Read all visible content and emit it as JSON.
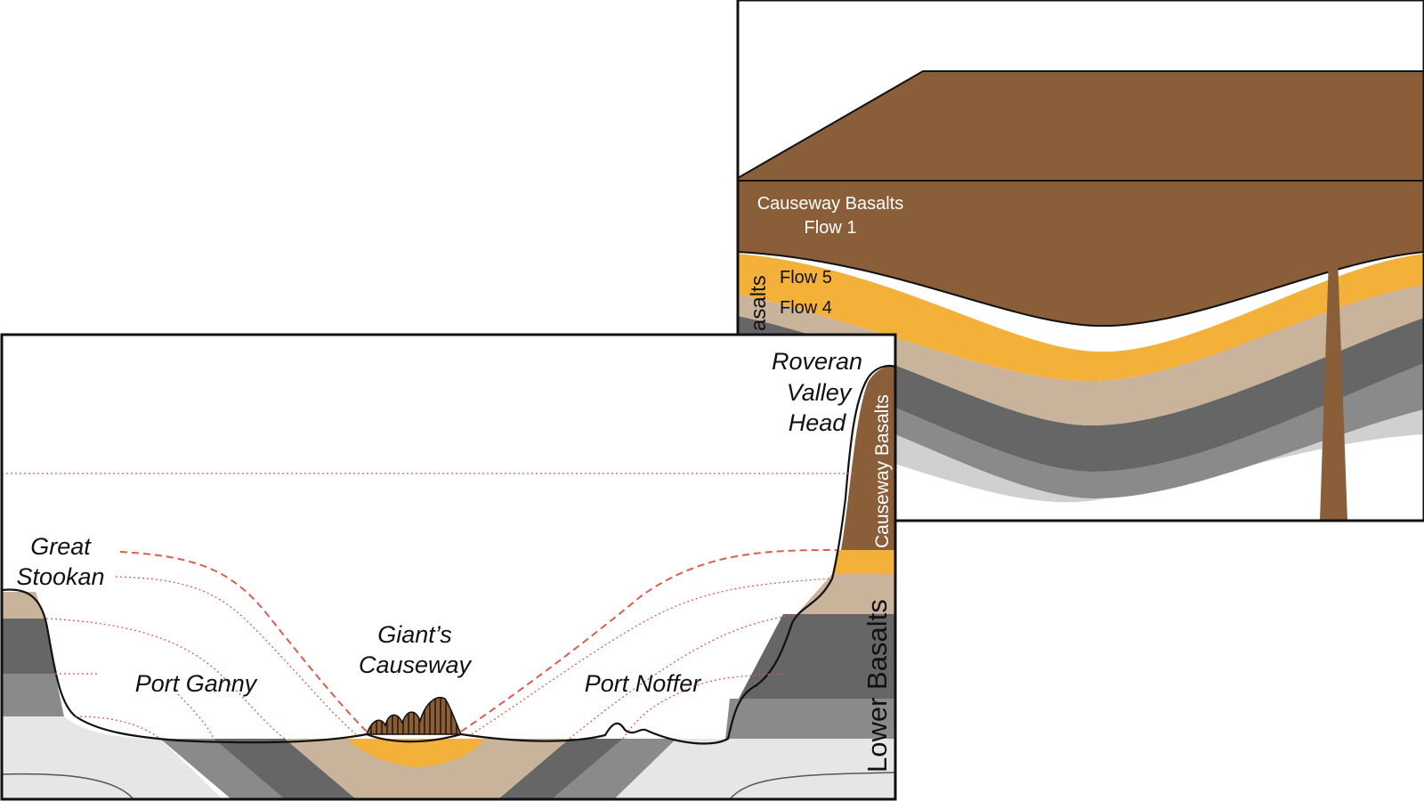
{
  "top_panel": {
    "flow1_label_line1": "Causeway Basalts",
    "flow1_label_line2": "Flow 1",
    "flow5_label": "Flow 5",
    "flow4_label": "Flow 4",
    "left_edge_vertical_label": "asalts"
  },
  "bottom_panel": {
    "roveran_line1": "Roveran",
    "roveran_line2": "Valley",
    "roveran_line3": "Head",
    "great_stookan_line1": "Great",
    "great_stookan_line2": "Stookan",
    "port_ganny": "Port Ganny",
    "giants_line1": "Giant’s",
    "giants_line2": "Causeway",
    "port_noffer": "Port Noffer",
    "causeway_basalts_vertical": "Causeway Basalts",
    "lower_basalts_vertical": "Lower Basalts"
  },
  "colors": {
    "brown": "#8a5e38",
    "orange": "#f4b13a",
    "tan": "#c9b39a",
    "dark_gray": "#666666",
    "mid_gray": "#8a8a8a",
    "light_gray": "#d0d0d0",
    "pale_gray": "#e6e6e6",
    "red_dash": "#e05a4f"
  }
}
